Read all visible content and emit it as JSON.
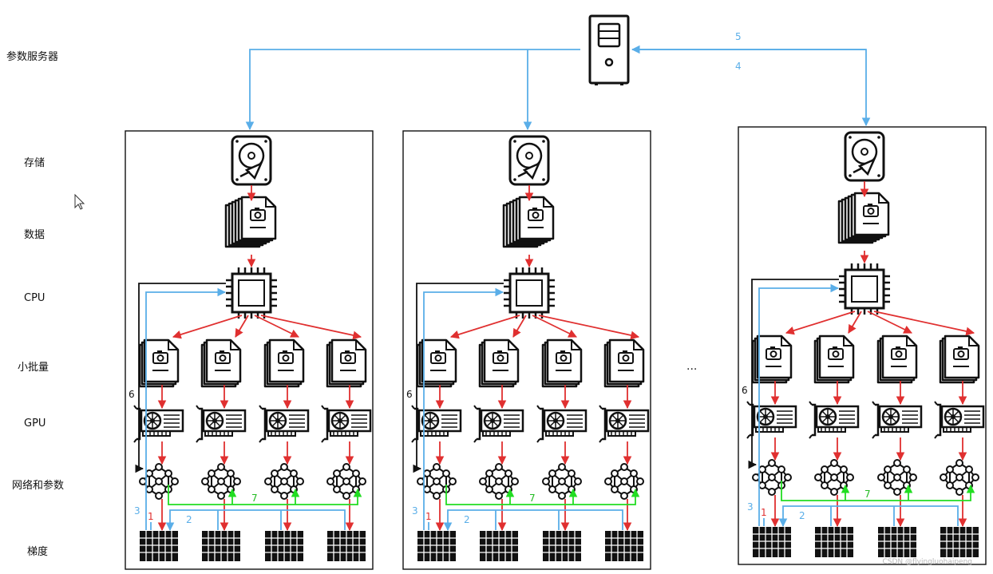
{
  "row_labels": {
    "param_server": "参数服务器",
    "storage": "存储",
    "data": "数据",
    "cpu": "CPU",
    "minibatch": "小批量",
    "gpu": "GPU",
    "network_params": "网络和参数",
    "gradient": "梯度"
  },
  "steps": {
    "s1": "1",
    "s2": "2",
    "s3": "3",
    "s4": "4",
    "s5": "5",
    "s6": "6",
    "s7": "7"
  },
  "ellipsis": "...",
  "watermark": "CSDN @flyingluohaipeng",
  "colors": {
    "blue": "#5aaee8",
    "red": "#e03030",
    "green": "#22dd22",
    "black": "#111111"
  },
  "icons": [
    "server-icon",
    "hard-drive-icon",
    "image-file-icon",
    "cpu-chip-icon",
    "gpu-card-icon",
    "neural-network-icon",
    "gradient-grid-icon"
  ]
}
